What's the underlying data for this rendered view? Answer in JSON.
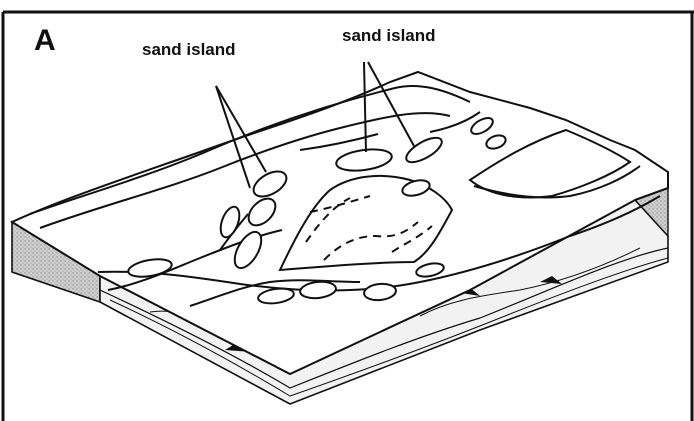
{
  "figure": {
    "panel_letter": "A",
    "labels": [
      {
        "text": "sand island"
      },
      {
        "text": "sand island"
      }
    ],
    "colors": {
      "ink": "#111111",
      "side_shade": "#c9c9c9",
      "side_dark": "#9a9a9a",
      "paper": "#ffffff"
    }
  }
}
